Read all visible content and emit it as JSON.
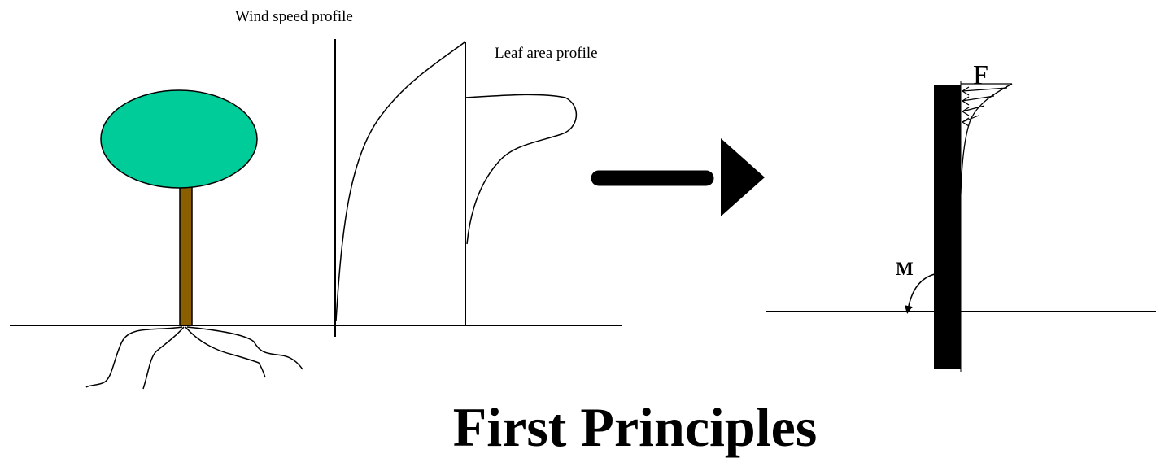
{
  "labels": {
    "wind_speed_profile": "Wind speed profile",
    "leaf_area_profile": "Leaf area profile",
    "force": "F",
    "moment": "M"
  },
  "title": "First Principles",
  "colors": {
    "canopy": "#00CC99",
    "trunk": "#8B5E00",
    "ink": "#000000",
    "background": "#FFFFFF"
  }
}
